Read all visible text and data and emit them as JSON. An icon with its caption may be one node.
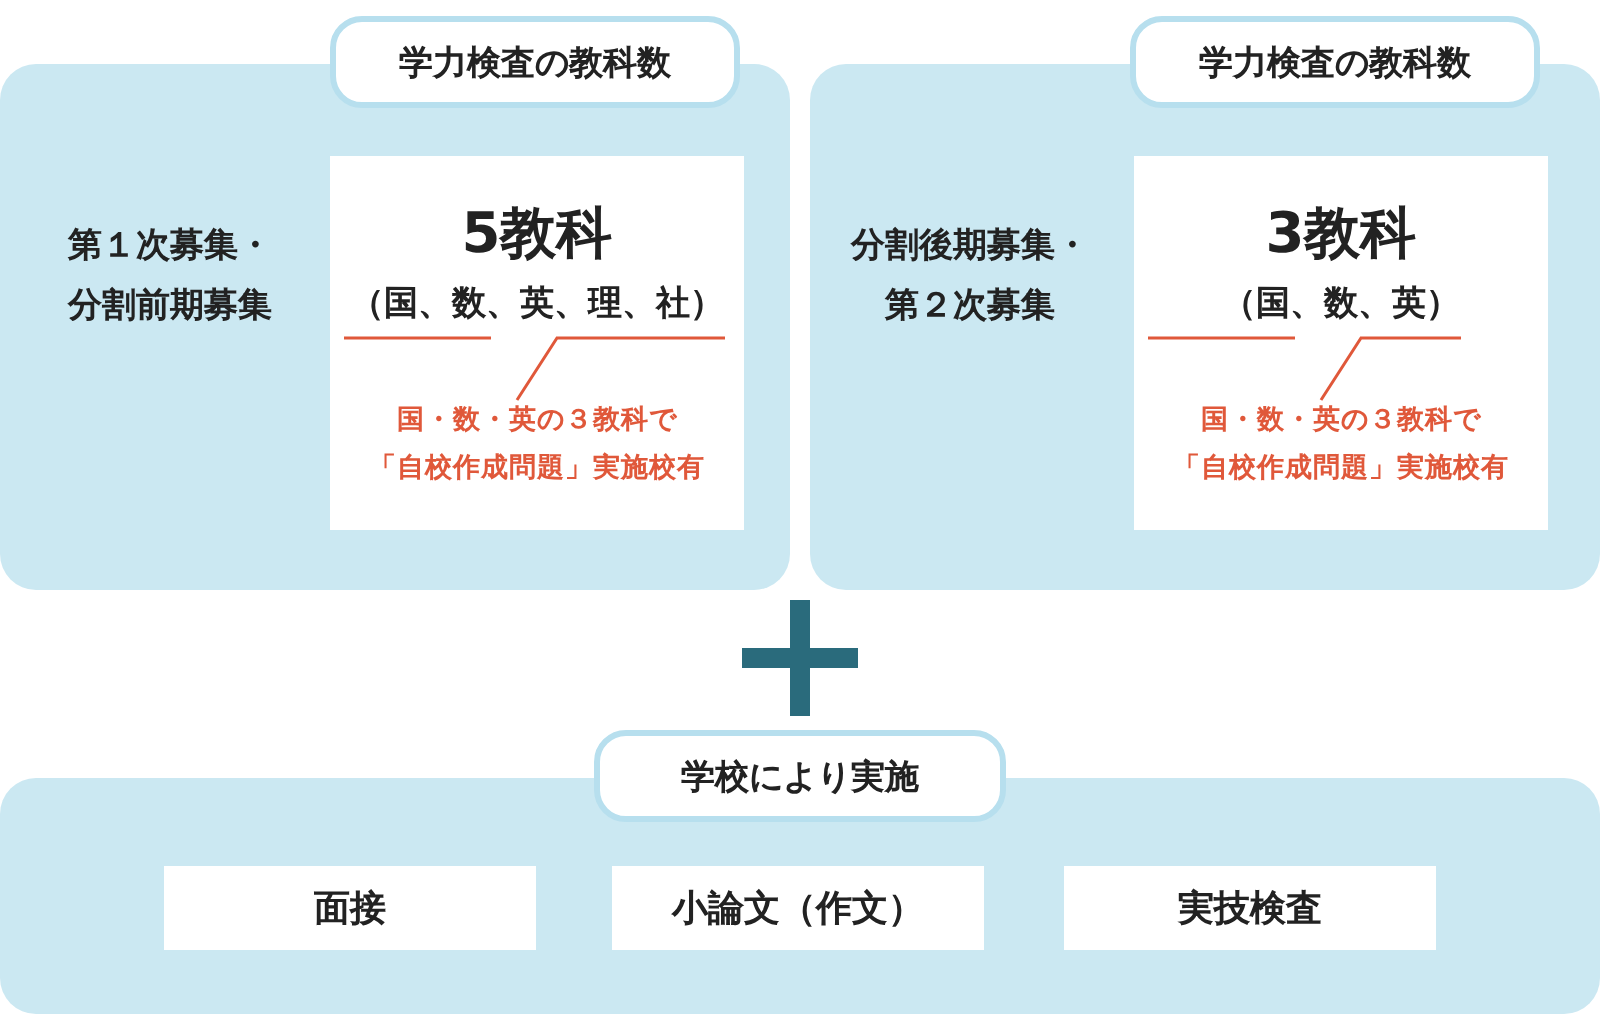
{
  "diagram": {
    "nodes": [
      {
        "text": [
          "学力検査の教科数"
        ]
      },
      {
        "text": [
          "第１次募集・分割前期募集"
        ],
        "in": 0
      },
      {
        "text": [
          "5教科"
        ],
        "in": 0
      },
      {
        "text": [
          "（国、数、英、理、社）"
        ],
        "in": 2
      },
      {
        "text": [
          "国・数・英の３教科で「自校作成問題」実施校有"
        ],
        "in": 2
      },
      {
        "text": [
          "学力検査の教科数"
        ]
      },
      {
        "text": [
          "分割後期募集・第２次募集"
        ],
        "in": 5
      },
      {
        "text": [
          "3教科"
        ],
        "in": 5
      },
      {
        "text": [
          "（国、数、英）"
        ],
        "in": 7
      },
      {
        "text": [
          "国・数・英の３教科で「自校作成問題」実施校有"
        ],
        "in": 7
      },
      {
        "text": [
          "学校により実施"
        ]
      },
      {
        "text": [
          "面接"
        ],
        "in": 10
      },
      {
        "text": [
          "小論文（作文）"
        ],
        "in": 10
      },
      {
        "text": [
          "実技検査"
        ],
        "in": 10
      }
    ],
    "edges": [
      {
        "from": 4,
        "to": 3,
        "arrow": "none"
      },
      {
        "from": 9,
        "to": 8,
        "arrow": "none"
      }
    ]
  }
}
